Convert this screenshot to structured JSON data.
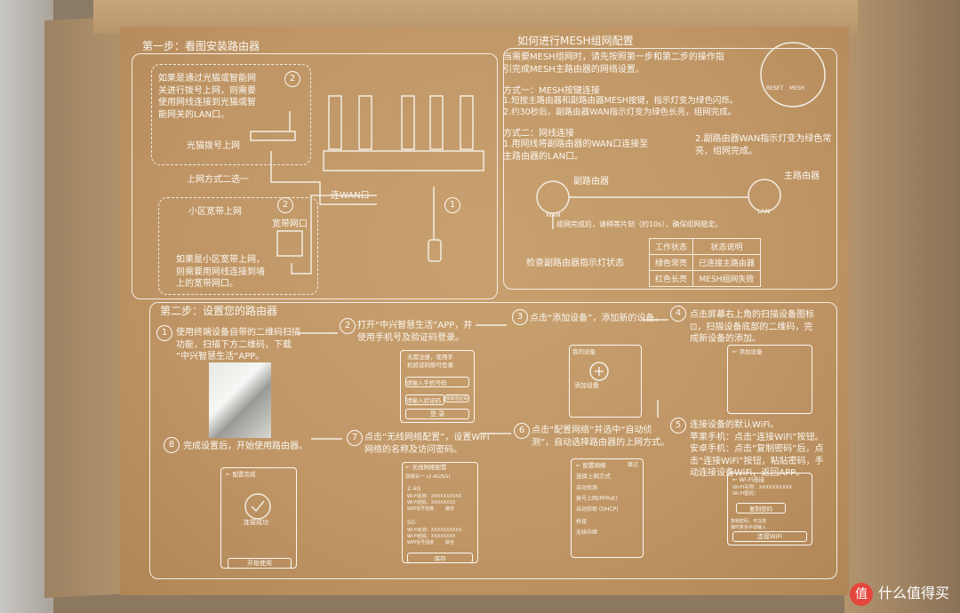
{
  "step1": {
    "title": "第一步：看图安装路由器",
    "note_modem": "如果是通过光猫或智能网\n关进行拨号上网，则需要\n使用网线连接到光猫或智\n能网关的LAN口。",
    "label_modem": "光猫拨号上网",
    "label_choose": "上网方式二选一",
    "label_community": "小区宽带上网",
    "label_port": "宽带网口",
    "note_wall": "如果是小区宽带上网，\n则需要用网线连接到墙\n上的宽带网口。",
    "label_wan": "连WAN口",
    "n1": "1",
    "n2a": "2",
    "n2b": "2"
  },
  "mesh": {
    "title": "如何进行MESH组网配置",
    "intro": "当需要MESH组网时，请先按照第一步和第二步的操作指\n引完成MESH主路由器的网络设置。",
    "method1_title": "方式一：MESH按键连接",
    "method1_steps": "1.短按主路由器和副路由器MESH按键，指示灯变为绿色闪烁。\n2.约30秒后，副路由器WAN指示灯变为绿色长亮，组网完成。",
    "method2_title": "方式二：网线连接",
    "method2_step1": "1.用网线将副路由器的WAN口连接至\n主路由器的LAN口。",
    "method2_step2": "2.副路由器WAN指示灯变为绿色常\n亮，组网完成。",
    "reset_label": "RESET",
    "mesh_label": "MESH",
    "sub_router": "副路由器",
    "main_router": "主路由器",
    "wan": "WAN",
    "lan": "LAN",
    "wait_note": "组网完成后，请稍等片刻（约10s），确保组网稳定。",
    "check_label": "检查副路由器指示灯状态",
    "table": {
      "headers": [
        "工作状态",
        "状态说明"
      ],
      "rows": [
        [
          "绿色常亮",
          "已连接主路由器"
        ],
        [
          "红色长亮",
          "MESH组网失败"
        ]
      ]
    }
  },
  "step2": {
    "title": "第二步：设置您的路由器",
    "s1": "使用终端设备自带的二维码扫描\n功能，扫描下方二维码，下载\n“中兴智慧生活”APP。",
    "s2": "打开“中兴智慧生活”APP，并\n使用手机号及验证码登录。",
    "s3": "点击“添加设备”，添加新的设备。",
    "s4": "点击屏幕右上角的扫描设备图标\n⊡，扫描设备底部的二维码，完\n成新设备的添加。",
    "s5": "连接设备的默认WiFi。\n苹果手机：点击“连接WiFi”按钮。\n安卓手机：点击“复制密码”后，点\n击“连接WiFi”按钮，粘贴密码，手\n动连接设备WiFi，返回APP。",
    "s6": "点击“配置网络”并选中“自动侦\n测”，自动选择路由器的上网方式。",
    "s7": "点击“无线网络配置”，设置WiFi\n网络的名称及访问密码。",
    "s8": "完成设置后，开始使用路由器。",
    "nums": [
      "1",
      "2",
      "3",
      "4",
      "5",
      "6",
      "7",
      "8"
    ],
    "phone2": {
      "hint": "无需注册，使用手\n机验证码即可登录",
      "phone_field": "请输入手机号码",
      "code_field": "请输入验证码",
      "code_btn": "获取验证码",
      "login": "登 录"
    },
    "phone3": {
      "header": "我的设备",
      "add": "添加设备"
    },
    "phone4": {
      "header": "← 添加设备"
    },
    "phone5": {
      "header": "← Wi-Fi连接",
      "ssid": "Wi-Fi名称：XXXXXXXXXX\nWi-Fi密码：",
      "copy": "复制密码",
      "tip": "复制密码，可在连\n接时复杂手动输入",
      "connect": "连接WiFi"
    },
    "phone6": {
      "header": "← 配置网络",
      "skip": "跳过",
      "choose": "选择上网方式",
      "items": [
        "自动侦测",
        "拨号上网(PPPoE)",
        "自动获取 (DHCP)",
        "",
        "桥接",
        "无线中继"
      ]
    },
    "phone7": {
      "header": "← 无线网络配置",
      "dual": "双频合一 (2.4G/5G)",
      "g24": "2.4G",
      "g24_text": "Wi-Fi名称：XXXXXXXXXX\nWi-Fi密码：XXXXXXXX\nWiFi信号强度        最佳",
      "g5": "5G",
      "g5_text": "Wi-Fi名称：XXXXXXXXXX\nWi-Fi密码：XXXXXXXX\nWiFi信号强度        最佳",
      "save": "保存"
    },
    "phone8": {
      "header": "← 配置完成",
      "success": "连接成功",
      "start": "开始使用"
    }
  },
  "watermark": {
    "icon": "值",
    "text": "什么值得买"
  }
}
